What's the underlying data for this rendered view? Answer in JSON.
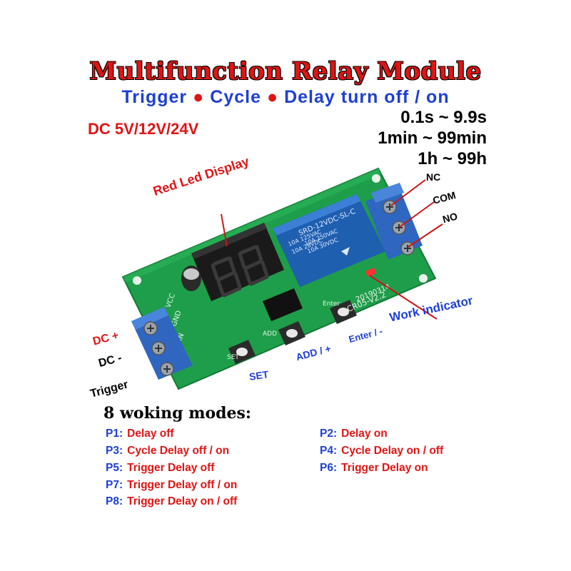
{
  "title": "Multifunction Relay Module",
  "subtitle": {
    "parts": [
      "Trigger",
      "Cycle",
      "Delay turn off / on"
    ]
  },
  "voltage": "DC 5V/12V/24V",
  "ranges": [
    "0.1s ~ 9.9s",
    "1min ~ 99min",
    "1h ~ 99h"
  ],
  "labels": {
    "red_led_display": "Red Led Display",
    "nc": "NC",
    "com": "COM",
    "no": "NO",
    "dc_plus": "DC +",
    "dc_minus": "DC -",
    "trigger": "Trigger",
    "set": "SET",
    "add": "ADD / +",
    "enter": "Enter / -",
    "work_indicator": "Work indicator"
  },
  "board_text": {
    "relay_model": "SRD-12VDC-SL-C",
    "relay_rating1": "10A 250VAC",
    "relay_rating2": "10A 30VDC",
    "relay_rating3": "10A 125VAC",
    "relay_rating4": "10A 28VDC",
    "board_id": "CR05-V2.2",
    "date": "20190314",
    "pcb_in": "IN",
    "pcb_gnd": "GND",
    "pcb_vcc": "VCC",
    "pcb_set": "SET",
    "pcb_add": "ADD",
    "pcb_enter": "Enter"
  },
  "modes_title": "8 woking modes:",
  "modes": [
    {
      "code": "P1:",
      "desc": "Delay off"
    },
    {
      "code": "P2:",
      "desc": "Delay on"
    },
    {
      "code": "P3:",
      "desc": "Cycle Delay off / on"
    },
    {
      "code": "P4:",
      "desc": "Cycle Delay on / off"
    },
    {
      "code": "P5:",
      "desc": "Trigger Delay off"
    },
    {
      "code": "P6:",
      "desc": "Trigger Delay on"
    },
    {
      "code": "P7:",
      "desc": "Trigger Delay off / on"
    },
    {
      "code": "P8:",
      "desc": "Trigger Delay on / off"
    }
  ],
  "colors": {
    "title_red": "#e01414",
    "text_blue": "#1d3fd6",
    "pcb_green": "#1e9e4a",
    "terminal_blue": "#3a73c9",
    "relay_blue": "#1f5fb0",
    "led_red": "#ff2020"
  }
}
